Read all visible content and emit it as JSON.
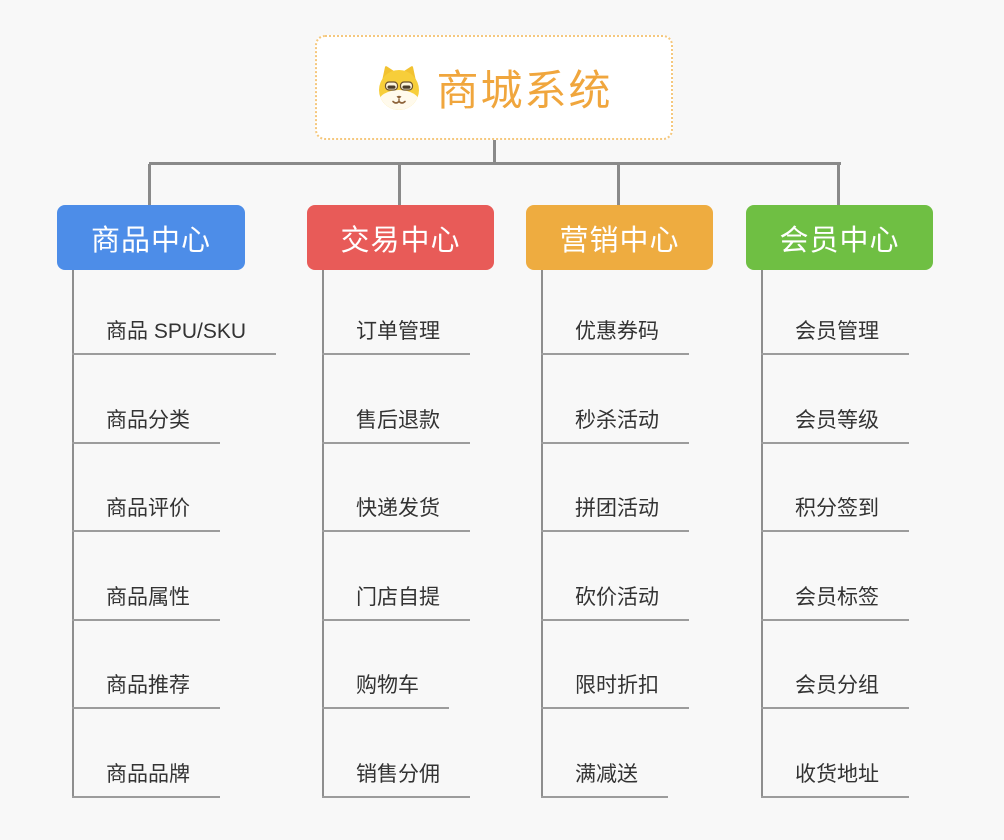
{
  "root": {
    "label": "商城系统",
    "icon": "dog-face-icon",
    "text_color": "#F0A63D",
    "border_color": "#F5C87E",
    "background": "#FFFFFF"
  },
  "branches": [
    {
      "label": "商品中心",
      "color": "#4D8DE8",
      "children": [
        "商品 SPU/SKU",
        "商品分类",
        "商品评价",
        "商品属性",
        "商品推荐",
        "商品品牌"
      ]
    },
    {
      "label": "交易中心",
      "color": "#E85B58",
      "children": [
        "订单管理",
        "售后退款",
        "快递发货",
        "门店自提",
        "购物车",
        "销售分佣"
      ]
    },
    {
      "label": "营销中心",
      "color": "#EEAC40",
      "children": [
        "优惠券码",
        "秒杀活动",
        "拼团活动",
        "砍价活动",
        "限时折扣",
        "满减送"
      ]
    },
    {
      "label": "会员中心",
      "color": "#6FBF43",
      "children": [
        "会员管理",
        "会员等级",
        "积分签到",
        "会员标签",
        "会员分组",
        "收货地址"
      ]
    }
  ],
  "colors": {
    "canvas_background": "#F8F8F8",
    "connector_line": "#8A8A8A",
    "leaf_underline": "#9C9C9C",
    "leaf_text": "#333333",
    "branch_text": "#FFFFFF"
  }
}
